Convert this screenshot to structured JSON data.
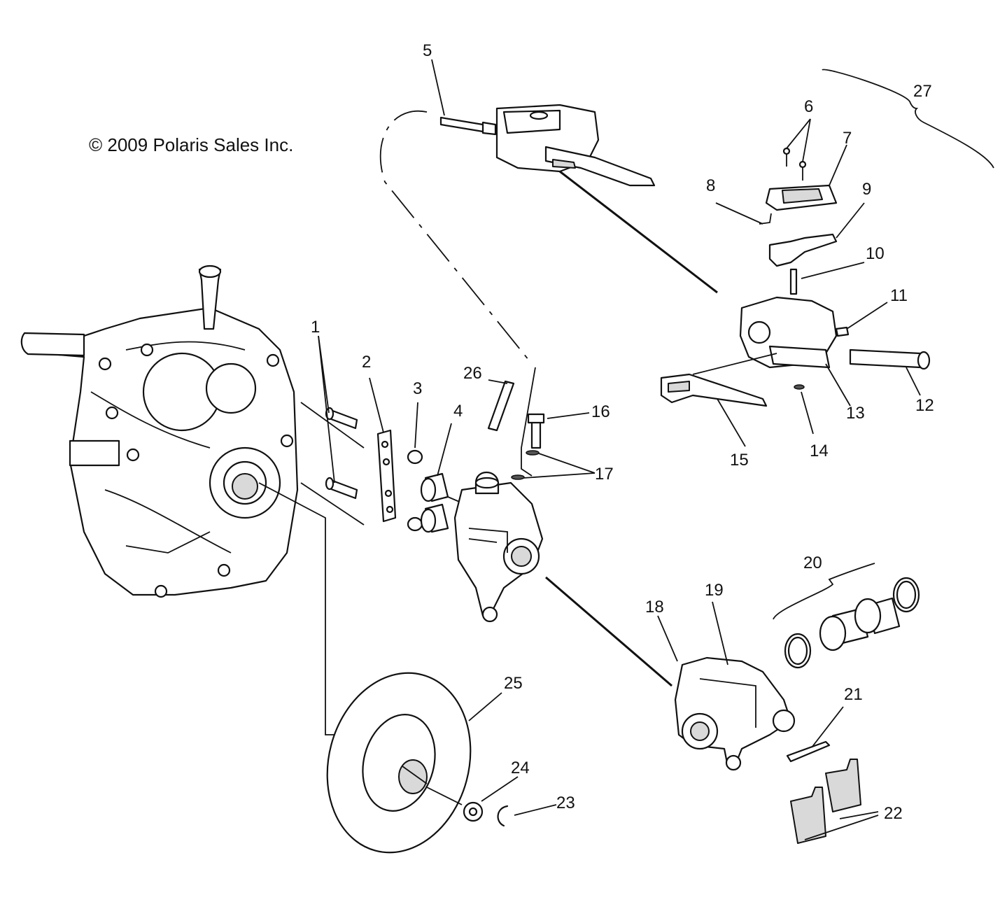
{
  "copyright": "© 2009 Polaris Sales Inc.",
  "callouts": [
    "1",
    "2",
    "3",
    "4",
    "5",
    "6",
    "7",
    "8",
    "9",
    "10",
    "11",
    "12",
    "13",
    "14",
    "15",
    "16",
    "17",
    "18",
    "19",
    "20",
    "21",
    "22",
    "23",
    "24",
    "25",
    "26",
    "27"
  ]
}
